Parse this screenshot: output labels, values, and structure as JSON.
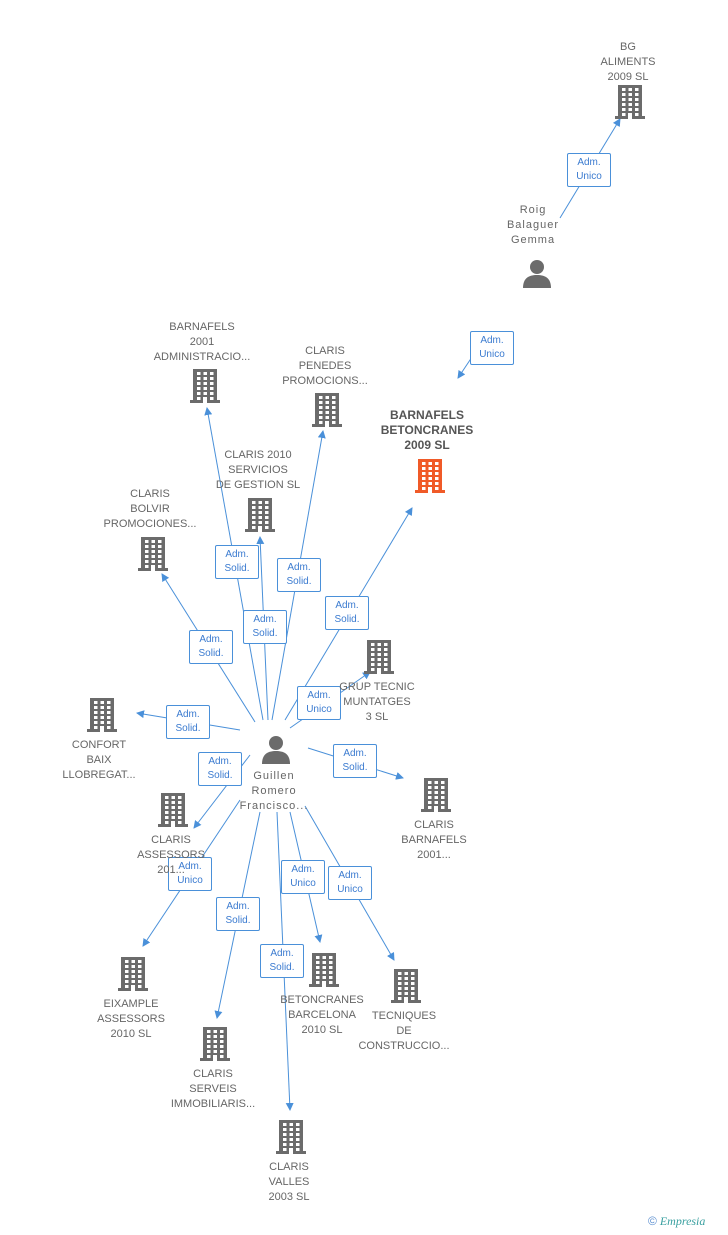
{
  "colors": {
    "edge": "#4a90d9",
    "node": "#6b6b6b",
    "focus": "#f05a28"
  },
  "nodes": [
    {
      "id": "bg_aliments",
      "type": "company",
      "label": "BG\nALIMENTS\n2009 SL"
    },
    {
      "id": "roig",
      "type": "person",
      "label": "Roig\nBalaguer\nGemma"
    },
    {
      "id": "barnafels_betoncranes",
      "type": "company",
      "label": "BARNAFELS\nBETONCRANES\n2009 SL",
      "focus": true
    },
    {
      "id": "barnafels_2001_admin",
      "type": "company",
      "label": "BARNAFELS\n2001\nADMINISTRACIO..."
    },
    {
      "id": "claris_penedes",
      "type": "company",
      "label": "CLARIS\nPENEDES\nPROMOCIONS..."
    },
    {
      "id": "claris_2010",
      "type": "company",
      "label": "CLARIS 2010\nSERVICIOS\nDE GESTION SL"
    },
    {
      "id": "claris_bolvir",
      "type": "company",
      "label": "CLARIS\nBOLVIR\nPROMOCIONES..."
    },
    {
      "id": "grup_tecnic",
      "type": "company",
      "label": "GRUP TECNIC\nMUNTATGES\n3 SL"
    },
    {
      "id": "confort_baix",
      "type": "company",
      "label": "CONFORT\nBAIX\nLLOBREGAT..."
    },
    {
      "id": "guillen",
      "type": "person",
      "label": "Guillen\nRomero\nFrancisco..."
    },
    {
      "id": "claris_barnafels_2001",
      "type": "company",
      "label": "CLARIS\nBARNAFELS\n2001..."
    },
    {
      "id": "claris_assessors",
      "type": "company",
      "label": "CLARIS\nASSESSORS\n201..."
    },
    {
      "id": "eixample_assessors",
      "type": "company",
      "label": "EIXAMPLE\nASSESSORS\n2010 SL"
    },
    {
      "id": "betoncranes_barcelona",
      "type": "company",
      "label": "BETONCRANES\nBARCELONA\n2010 SL"
    },
    {
      "id": "tecniques_construccio",
      "type": "company",
      "label": "TECNIQUES\nDE\nCONSTRUCCIO..."
    },
    {
      "id": "claris_serveis",
      "type": "company",
      "label": "CLARIS\nSERVEIS\nIMMOBILIARIS..."
    },
    {
      "id": "claris_valles",
      "type": "company",
      "label": "CLARIS\nVALLES\n2003 SL"
    }
  ],
  "edges": [
    {
      "from": "roig",
      "to": "bg_aliments",
      "label": "Adm.\nUnico"
    },
    {
      "from": "roig",
      "to": "barnafels_betoncranes",
      "label": "Adm.\nUnico"
    },
    {
      "from": "guillen",
      "to": "barnafels_2001_admin",
      "label": "Adm.\nSolid."
    },
    {
      "from": "guillen",
      "to": "claris_penedes",
      "label": "Adm.\nSolid."
    },
    {
      "from": "guillen",
      "to": "claris_2010",
      "label": "Adm.\nSolid."
    },
    {
      "from": "guillen",
      "to": "barnafels_betoncranes",
      "label": "Adm.\nSolid."
    },
    {
      "from": "guillen",
      "to": "claris_bolvir",
      "label": "Adm.\nSolid."
    },
    {
      "from": "guillen",
      "to": "grup_tecnic",
      "label": "Adm.\nUnico"
    },
    {
      "from": "guillen",
      "to": "confort_baix",
      "label": "Adm.\nSolid."
    },
    {
      "from": "guillen",
      "to": "claris_barnafels_2001",
      "label": "Adm.\nSolid."
    },
    {
      "from": "guillen",
      "to": "claris_assessors",
      "label": "Adm.\nSolid."
    },
    {
      "from": "guillen",
      "to": "eixample_assessors",
      "label": "Adm.\nUnico"
    },
    {
      "from": "guillen",
      "to": "betoncranes_barcelona",
      "label": "Adm.\nUnico"
    },
    {
      "from": "guillen",
      "to": "tecniques_construccio",
      "label": "Adm.\nUnico"
    },
    {
      "from": "guillen",
      "to": "claris_serveis",
      "label": "Adm.\nSolid."
    },
    {
      "from": "guillen",
      "to": "claris_valles",
      "label": "Adm.\nSolid."
    }
  ],
  "brand": {
    "symbol": "©",
    "name": "Empresia"
  }
}
